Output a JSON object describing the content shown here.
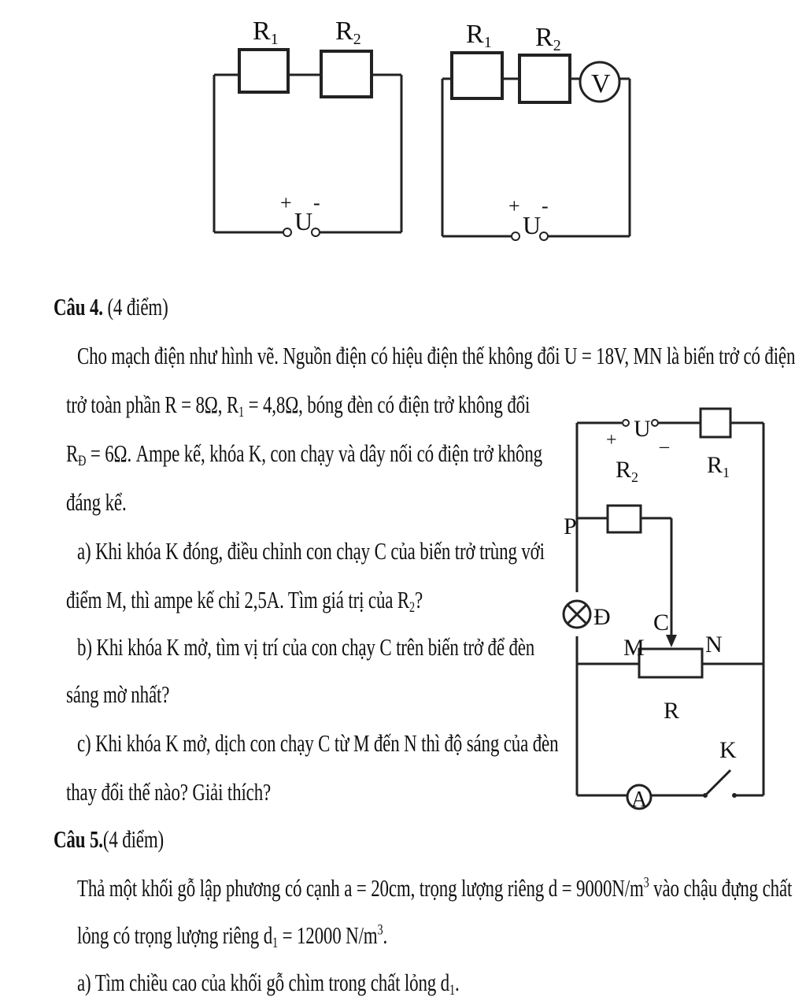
{
  "fig1": {
    "r1_base": "R",
    "r1_sub": "1",
    "r2_base": "R",
    "r2_sub": "2",
    "plus": "+",
    "u": "U",
    "minus": "-"
  },
  "fig2": {
    "r1_base": "R",
    "r1_sub": "1",
    "r2_base": "R",
    "r2_sub": "2",
    "voltmeter": "V",
    "plus": "+",
    "u": "U",
    "minus": "-"
  },
  "fig3": {
    "plus": "+",
    "u": "U",
    "minus": "_",
    "r2_base": "R",
    "r2_sub": "2",
    "r1_base": "R",
    "r1_sub": "1",
    "p": "P",
    "lamp": "Đ",
    "c": "C",
    "m": "M",
    "n": "N",
    "r": "R",
    "k": "K",
    "ammeter": "A"
  },
  "q4": {
    "heading": "Câu 4.",
    "points": " (4 điểm)",
    "line1": "Cho mạch điện như hình vẽ. Nguồn điện có hiệu điện thế không đổi  U = 18V, MN là biến trở có điện",
    "line2a": "trở toàn phần  R = 8Ω, R",
    "line2sub": "1",
    "line2b": " = 4,8Ω, bóng đèn có điện trở không đổi",
    "line3a": "R",
    "line3sub": "Đ",
    "line3b": " = 6Ω. Ampe kế, khóa K, con chạy và dây nối có điện trở không",
    "line4": "đáng kể.",
    "line5": "a) Khi khóa K đóng, điều chỉnh con chạy C của biến trở trùng với",
    "line6a": "điểm M, thì ampe kế chỉ 2,5A. Tìm giá trị của R",
    "line6sub": "2",
    "line6b": "?",
    "line7": "b) Khi khóa K mở, tìm vị trí của con chạy C trên biến trở để đèn",
    "line8": "sáng mờ nhất?",
    "line9": "c) Khi khóa K mở, dịch con chạy C từ M đến N thì độ  sáng của đèn",
    "line10": "thay đổi thế nào? Giải thích?"
  },
  "q5": {
    "heading": "Câu 5.",
    "points": "(4 điểm)",
    "line1a": "Thả một khối gỗ lập phương có cạnh a = 20cm, trọng lượng riêng d = 9000N/m",
    "line1sup": "3",
    "line1b": " vào chậu đựng chất",
    "line2a": "lỏng có trọng lượng riêng d",
    "line2sub": "1",
    "line2b": " = 12000 N/m",
    "line2sup": "3",
    "line2c": ".",
    "line3a": "a) Tìm chiều cao của khối gỗ chìm trong chất lỏng d",
    "line3sub": "1",
    "line3b": "."
  }
}
